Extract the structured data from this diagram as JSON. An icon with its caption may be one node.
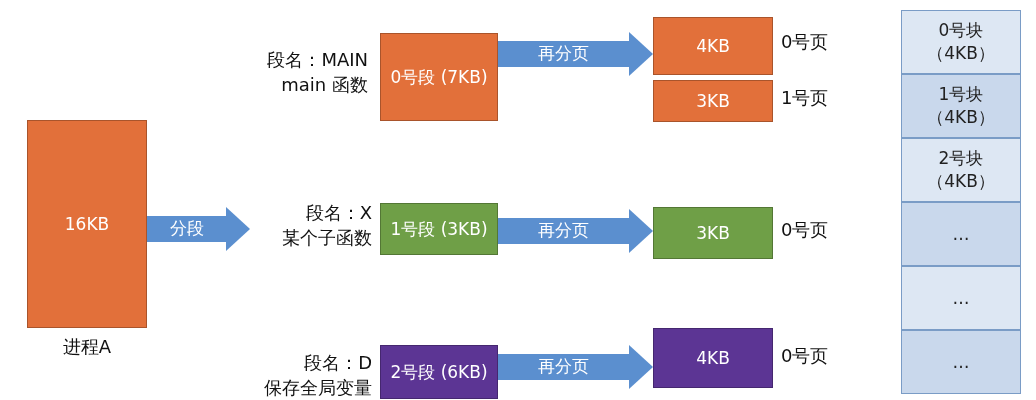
{
  "diagram": {
    "nodes": [
      {
        "text": [
          "16KB"
        ],
        "beside": [
          "进程A"
        ]
      },
      {
        "text": [
          "0号段 (7KB)"
        ],
        "beside": [
          "段名：MAIN main 函数"
        ]
      },
      {
        "text": [
          "4KB"
        ],
        "beside": [
          "0号页"
        ]
      },
      {
        "text": [
          "3KB"
        ],
        "beside": [
          "1号页"
        ]
      },
      {
        "text": [
          "1号段 (3KB)"
        ],
        "beside": [
          "段名：X 某个子函数"
        ]
      },
      {
        "text": [
          "3KB"
        ],
        "beside": [
          "0号页"
        ]
      },
      {
        "text": [
          "2号段 (6KB)"
        ],
        "beside": [
          "段名：D 保存全局变量"
        ]
      },
      {
        "text": [
          "4KB"
        ],
        "beside": [
          "0号页"
        ]
      },
      {
        "text": [
          "0号块（4KB）"
        ]
      },
      {
        "text": [
          "1号块（4KB）"
        ]
      },
      {
        "text": [
          "2号块（4KB）"
        ]
      },
      {
        "text": [
          "…"
        ]
      },
      {
        "text": [
          "…"
        ]
      },
      {
        "text": [
          "…"
        ]
      }
    ],
    "edges": [
      {
        "from": 0,
        "to": 4,
        "arrow": "to",
        "label": "分段"
      },
      {
        "from": 1,
        "to": 2,
        "arrow": "to",
        "label": "再分页"
      },
      {
        "from": 4,
        "to": 5,
        "arrow": "to",
        "label": "再分页"
      },
      {
        "from": 6,
        "to": 7,
        "arrow": "to",
        "label": "再分页"
      }
    ]
  }
}
